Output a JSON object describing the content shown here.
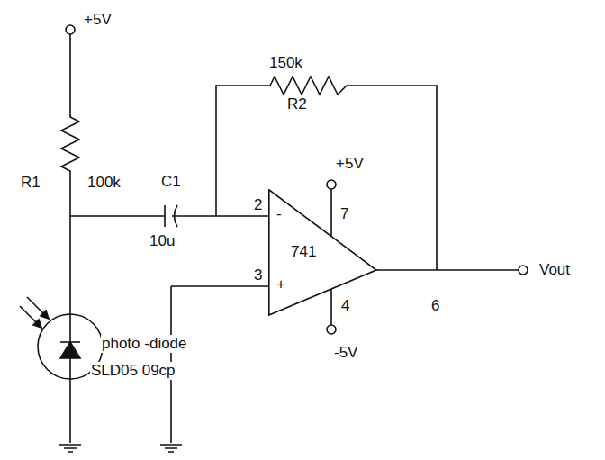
{
  "diagram": {
    "nodes": [
      {
        "text": [
          "-",
          "741",
          "+"
        ]
      }
    ],
    "labels": [
      "+5V",
      "150k",
      "R2",
      "R1",
      "100k",
      "C1",
      "2",
      "+5V",
      "7",
      "10u",
      "3",
      "Vout",
      "6",
      "4",
      "-5V",
      "photo -diode",
      "SLD05 09cp"
    ]
  }
}
